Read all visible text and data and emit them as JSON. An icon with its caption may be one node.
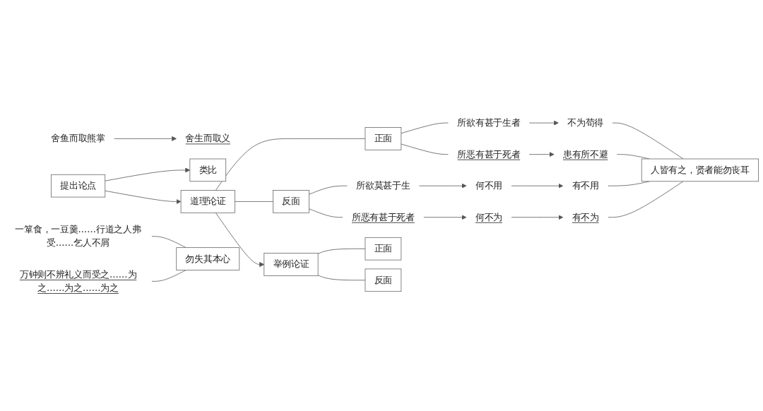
{
  "diagram": {
    "nodes": [
      {
        "text": [
          "提出论点"
        ]
      },
      {
        "text": [
          "类比"
        ]
      },
      {
        "text": [
          "舍鱼而取熊掌"
        ]
      },
      {
        "text": [
          "舍生而取义"
        ]
      },
      {
        "text": [
          "道理论证"
        ]
      },
      {
        "text": [
          "正面"
        ]
      },
      {
        "text": [
          "所欲有甚于生者"
        ]
      },
      {
        "text": [
          "不为苟得"
        ]
      },
      {
        "text": [
          "所恶有甚于死者"
        ]
      },
      {
        "text": [
          "患有所不避"
        ]
      },
      {
        "text": [
          "反面"
        ]
      },
      {
        "text": [
          "所欲莫甚于生"
        ]
      },
      {
        "text": [
          "何不用"
        ]
      },
      {
        "text": [
          "有不用"
        ]
      },
      {
        "text": [
          "所恶有甚于死者"
        ]
      },
      {
        "text": [
          "何不为"
        ]
      },
      {
        "text": [
          "有不为"
        ]
      },
      {
        "text": [
          "人皆有之，贤者能勿丧耳"
        ]
      },
      {
        "text": [
          "举例论证"
        ]
      },
      {
        "text": [
          "正面"
        ]
      },
      {
        "text": [
          "一箪食，一豆羹……行道之人弗受……乞人不屑"
        ]
      },
      {
        "text": [
          "反面"
        ]
      },
      {
        "text": [
          "万钟则不辨礼义而受之……为之……为之……为之"
        ]
      },
      {
        "text": [
          "勿失其本心"
        ]
      }
    ],
    "edges": [
      {
        "from": 0,
        "to": 1,
        "arrow": "to"
      },
      {
        "from": 2,
        "to": 3,
        "arrow": "to"
      },
      {
        "from": 0,
        "to": 4,
        "arrow": "to"
      },
      {
        "from": 4,
        "to": 5,
        "arrow": "none"
      },
      {
        "from": 4,
        "to": 10,
        "arrow": "none"
      },
      {
        "from": 5,
        "to": 6,
        "arrow": "none"
      },
      {
        "from": 5,
        "to": 8,
        "arrow": "none"
      },
      {
        "from": 6,
        "to": 7,
        "arrow": "to"
      },
      {
        "from": 8,
        "to": 9,
        "arrow": "to"
      },
      {
        "from": 10,
        "to": 11,
        "arrow": "none"
      },
      {
        "from": 10,
        "to": 14,
        "arrow": "none"
      },
      {
        "from": 11,
        "to": 12,
        "arrow": "to"
      },
      {
        "from": 12,
        "to": 13,
        "arrow": "to"
      },
      {
        "from": 14,
        "to": 15,
        "arrow": "to"
      },
      {
        "from": 15,
        "to": 16,
        "arrow": "to"
      },
      {
        "from": 7,
        "to": 17,
        "arrow": "none"
      },
      {
        "from": 9,
        "to": 17,
        "arrow": "none"
      },
      {
        "from": 13,
        "to": 17,
        "arrow": "none"
      },
      {
        "from": 16,
        "to": 17,
        "arrow": "none"
      },
      {
        "from": 4,
        "to": 18,
        "arrow": "to"
      },
      {
        "from": 18,
        "to": 19,
        "arrow": "none"
      },
      {
        "from": 18,
        "to": 21,
        "arrow": "none"
      },
      {
        "from": 20,
        "to": 23,
        "arrow": "none"
      },
      {
        "from": 22,
        "to": 23,
        "arrow": "none"
      }
    ]
  }
}
